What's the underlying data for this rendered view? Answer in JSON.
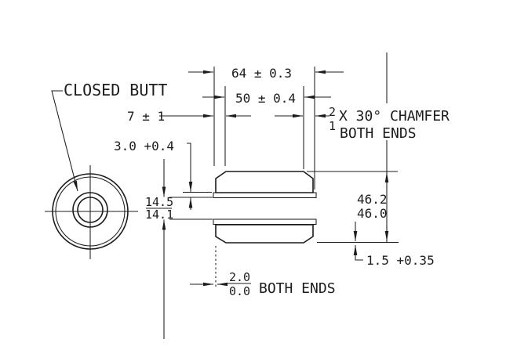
{
  "colors": {
    "ink": "#1c1c1c",
    "paper": "#ffffff"
  },
  "views": {
    "end_view_label": "CLOSED BUTT"
  },
  "dims": {
    "overall_length": "64 ± 0.3",
    "body_length": "50 ± 0.4",
    "end_length": "7 ± 1",
    "liner_thickness": "3.0 +0.4",
    "bore_upper": "14.5",
    "bore_lower": "14.1",
    "od_upper": "46.2",
    "od_lower": "46.0",
    "recess": "1.5 +0.35",
    "protrusion_upper": "2.0",
    "protrusion_lower": "0.0",
    "protrusion_note": "BOTH ENDS",
    "chamfer_upper": "2",
    "chamfer_lower": "1",
    "chamfer_text": "X 30° CHAMFER",
    "chamfer_text2": "BOTH ENDS"
  }
}
